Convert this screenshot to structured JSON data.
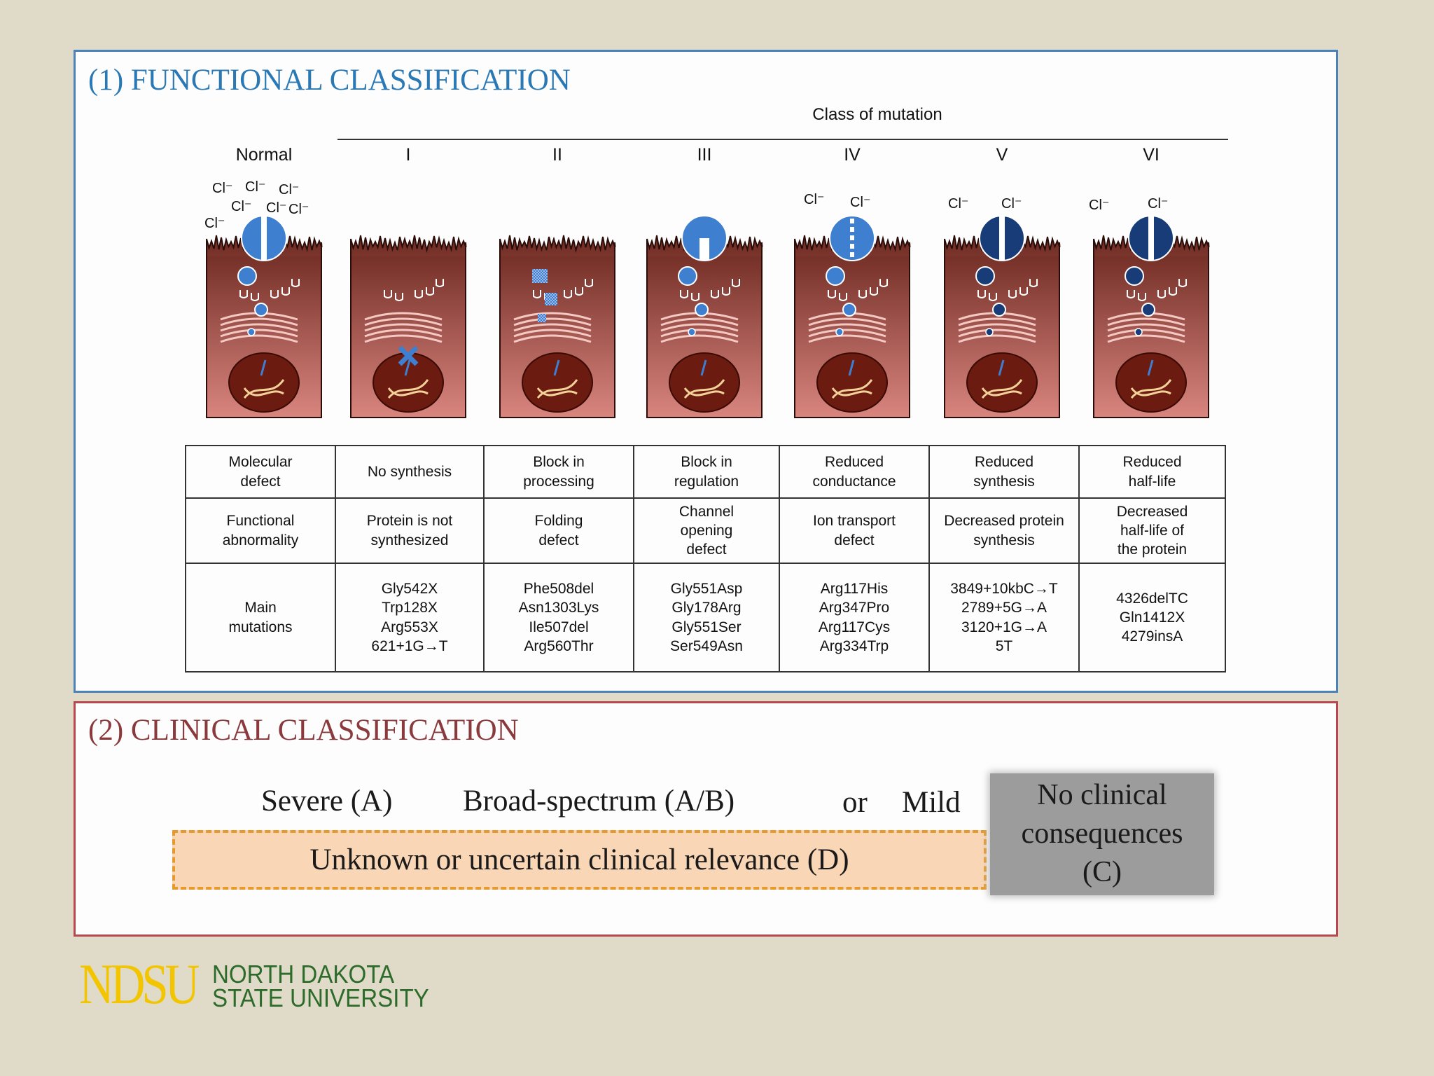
{
  "panel1": {
    "title": "(1) FUNCTIONAL CLASSIFICATION",
    "class_header": "Class of mutation",
    "columns": [
      "Normal",
      "I",
      "II",
      "III",
      "IV",
      "V",
      "VI"
    ],
    "ion_label": "Cl⁻",
    "table": {
      "rows": [
        [
          "Molecular\ndefect",
          "No synthesis",
          "Block in\nprocessing",
          "Block in\nregulation",
          "Reduced\nconductance",
          "Reduced\nsynthesis",
          "Reduced\nhalf-life"
        ],
        [
          "Functional\nabnormality",
          "Protein is not\nsynthesized",
          "Folding\ndefect",
          "Channel\nopening\ndefect",
          "Ion transport\ndefect",
          "Decreased protein\nsynthesis",
          "Decreased\nhalf-life of\nthe protein"
        ],
        [
          "Main\nmutations",
          "Gly542X\nTrp128X\nArg553X\n621+1G→T",
          "Phe508del\nAsn1303Lys\nIle507del\nArg560Thr",
          "Gly551Asp\nGly178Arg\nGly551Ser\nSer549Asn",
          "Arg117His\nArg347Pro\nArg117Cys\nArg334Trp",
          "3849+10kbC→T\n2789+5G→A\n3120+1G→A\n5T",
          "4326delTC\nGln1412X\n4279insA"
        ]
      ]
    }
  },
  "panel2": {
    "title": "(2) CLINICAL CLASSIFICATION",
    "severe": "Severe (A)",
    "broad": "Broad-spectrum (A/B)",
    "or": "or",
    "mild": "Mild",
    "unknown": "Unknown or uncertain clinical relevance (D)",
    "no_clinical": "No clinical\nconsequences\n(C)"
  },
  "logo": {
    "abbr": "NDSU",
    "line1": "NORTH DAKOTA",
    "line2": "STATE UNIVERSITY"
  },
  "colors": {
    "panel1_border": "#4b82b8",
    "panel2_border": "#b8484f",
    "cell_top": "#6e2a22",
    "cell_bottom": "#d8857e",
    "nucleus": "#6b1b10",
    "channel_blue": "#3f7fd0",
    "channel_dark": "#173c78",
    "unknown_fill": "#f9d6b5",
    "unknown_border": "#e59a2d",
    "no_clinical_fill": "#9c9c9c",
    "logo_gold": "#f2c500",
    "logo_green": "#2d6b2a"
  }
}
